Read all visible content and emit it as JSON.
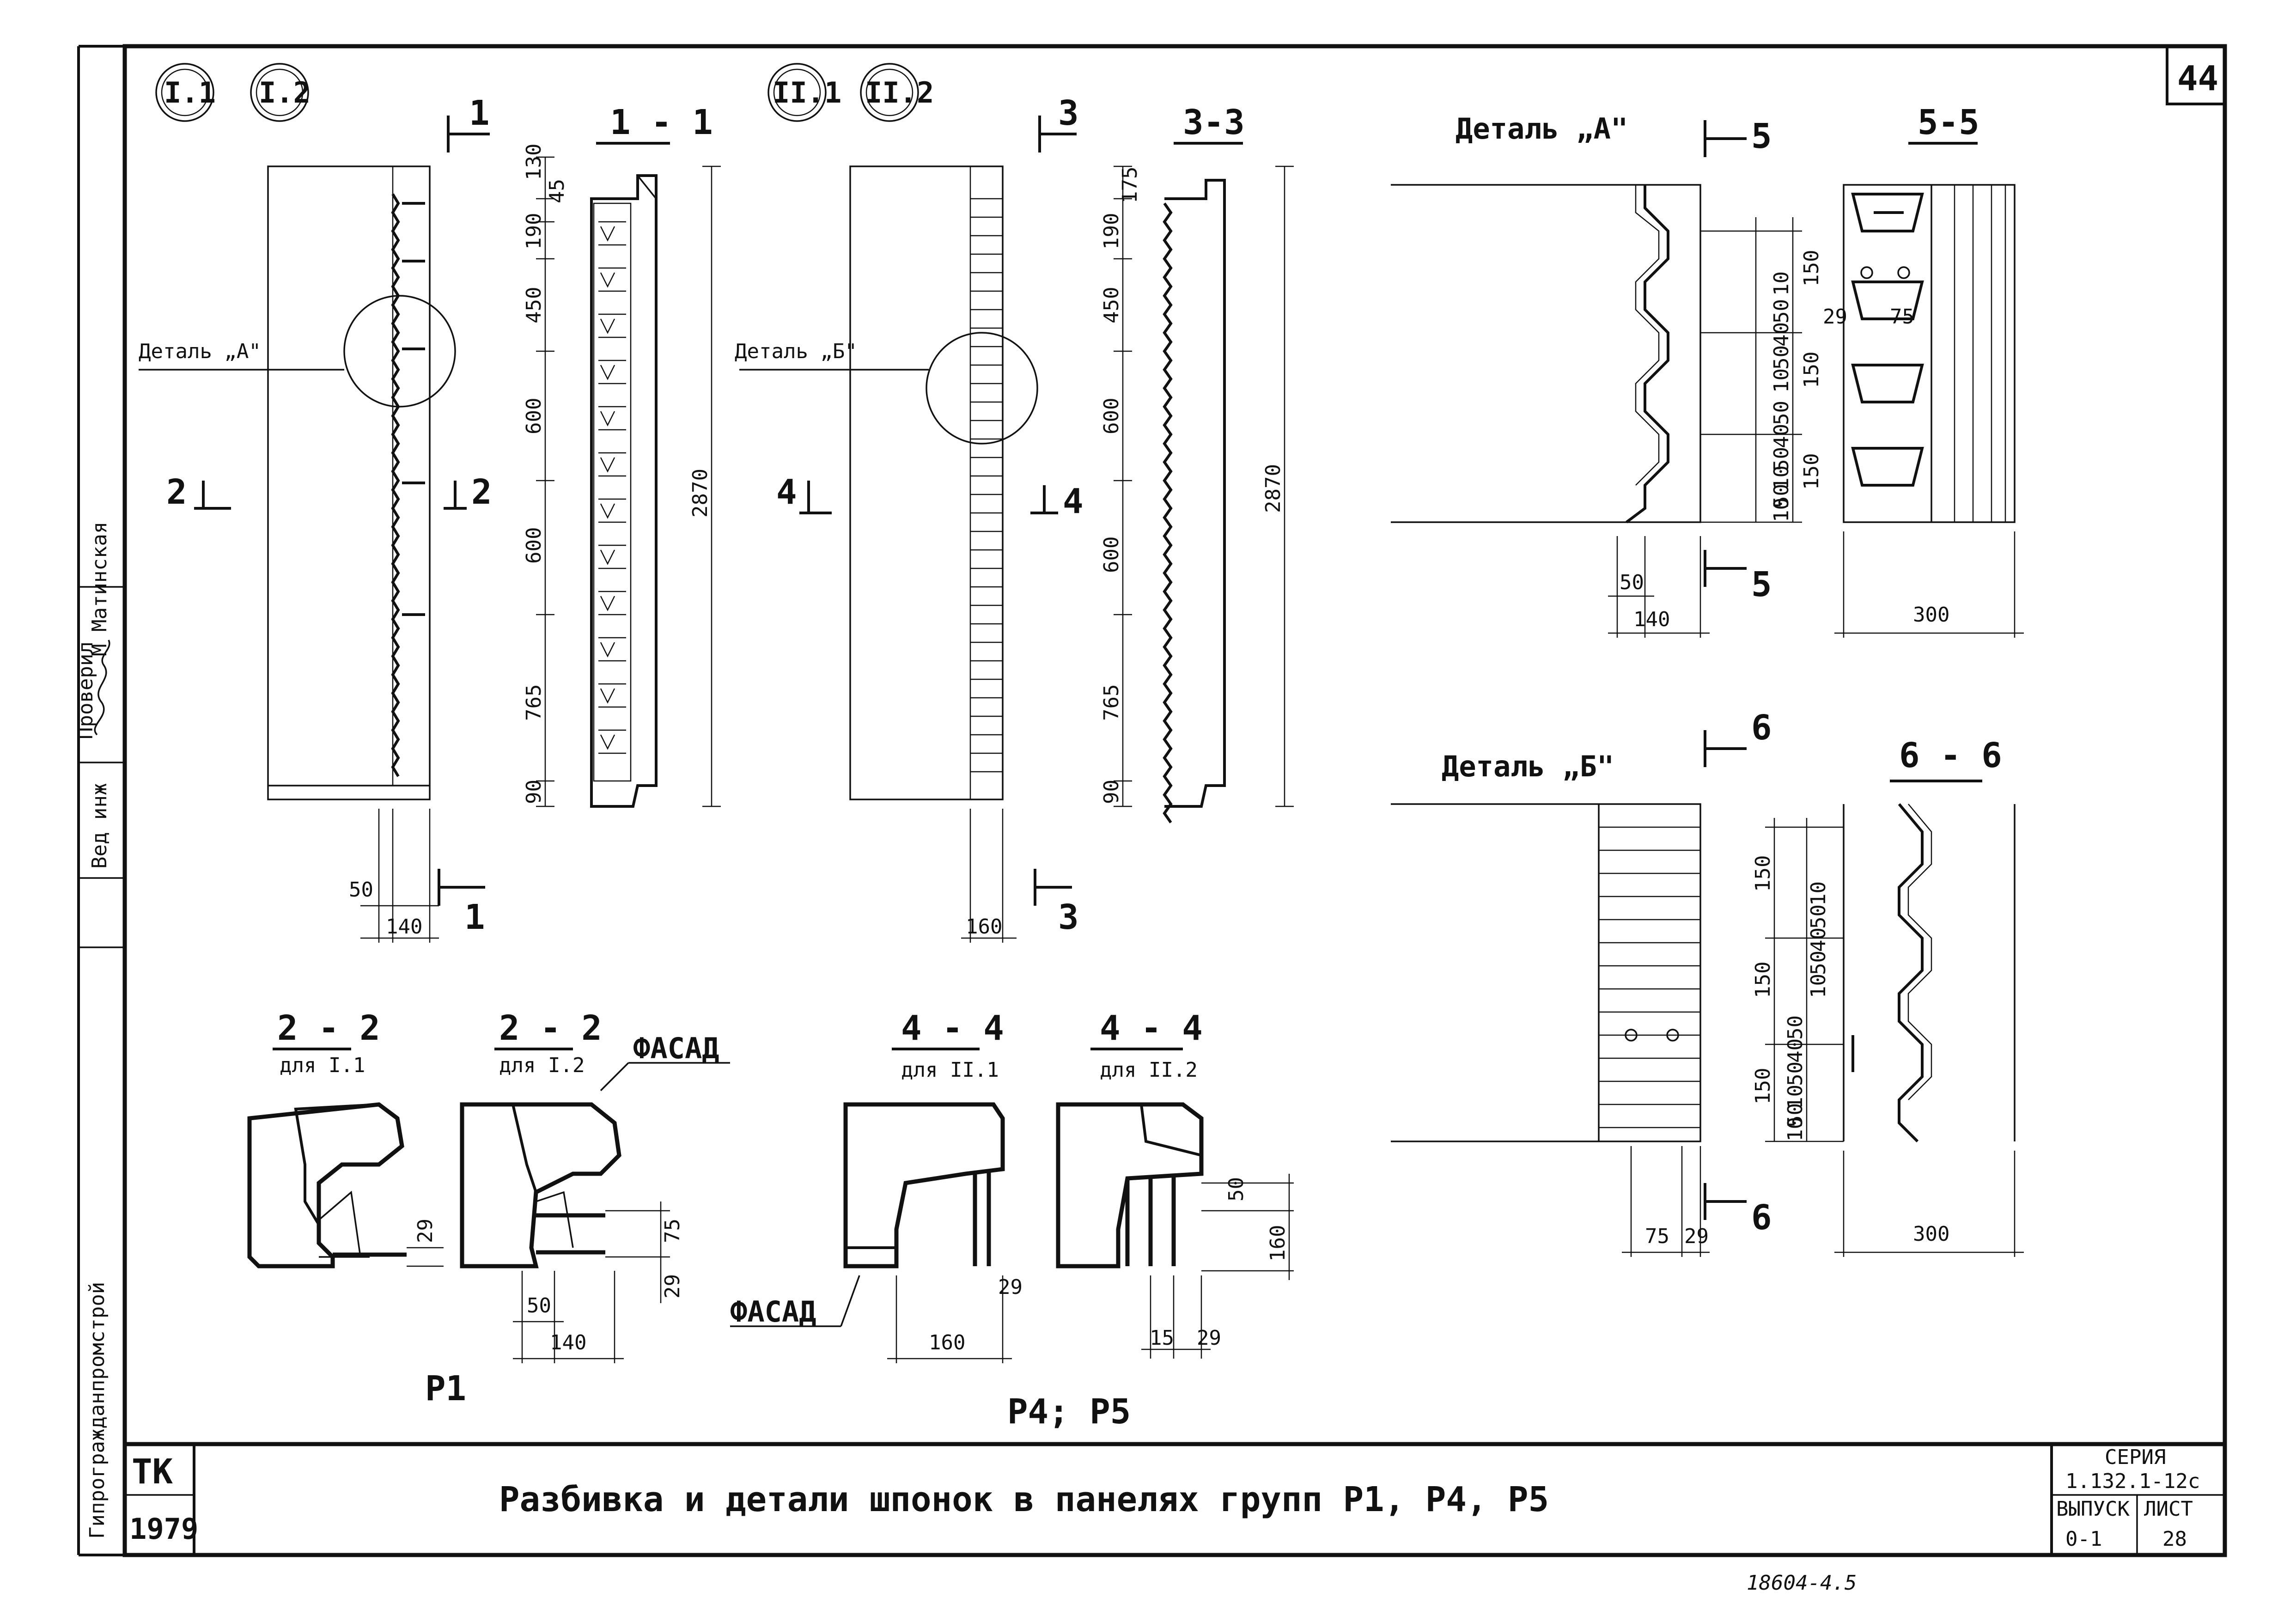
{
  "sheet": {
    "number": "44",
    "title": "Разбивка и детали шпонок в панелях групп Р1, Р4, Р5",
    "org": "ТК",
    "year": "1979",
    "series_label": "СЕРИЯ",
    "series": "1.132.1-12с",
    "issue_label": "ВЫПУСК",
    "issue": "0-1",
    "sheet_label": "ЛИСТ",
    "sheet_no": "28",
    "inventory": "18604-4.5"
  },
  "titleblock": {
    "role_checked": "Вед инж",
    "name_checked": "М Матинская",
    "role_top": "Проверил",
    "side_text": "Гипрогражданпромстрой"
  },
  "left_group": {
    "marks": [
      "I.1",
      "I.2"
    ],
    "detail_a_label": "Деталь „А\"",
    "cut_label": "1",
    "cut2": "2",
    "dim_50": "50",
    "dim_140": "140",
    "section_title": "1 - 1",
    "dims_side": [
      "130",
      "45",
      "190",
      "450",
      "600",
      "600",
      "765",
      "90"
    ],
    "dim_total": "2870"
  },
  "mid_group": {
    "marks": [
      "II.1",
      "II.2"
    ],
    "detail_b_label": "Деталь „Б\"",
    "cut_label": "3",
    "cut4": "4",
    "dim_160": "160",
    "section_title": "3-3",
    "dims_side": [
      "175",
      "190",
      "450",
      "600",
      "600",
      "765",
      "90"
    ],
    "dim_total": "2870"
  },
  "detail_a": {
    "title": "Деталь „А\"",
    "cut": "5",
    "dims": [
      "150",
      "150",
      "150",
      "10",
      "50",
      "40",
      "50",
      "10",
      "50",
      "40",
      "50",
      "10",
      "50",
      "10"
    ],
    "dim_50": "50",
    "dim_140": "140",
    "section_title": "5-5",
    "dim_29": "29",
    "dim_75": "75",
    "dim_300": "300"
  },
  "detail_b": {
    "title": "Деталь „Б\"",
    "cut": "6",
    "dims": [
      "150",
      "150",
      "150",
      "10",
      "50",
      "40",
      "50",
      "10",
      "50",
      "40",
      "50",
      "10",
      "50",
      "10"
    ],
    "dim_75": "75",
    "dim_29": "29",
    "section_title": "6 - 6",
    "dim_300": "300"
  },
  "sections_p1": {
    "s1_title": "2 - 2",
    "s1_sub": "для I.1",
    "s2_title": "2 - 2",
    "s2_sub": "для I.2",
    "facade": "ФАСАД",
    "dim_29a": "29",
    "dim_75": "75",
    "dim_29b": "29",
    "dim_50": "50",
    "dim_140": "140",
    "group": "Р1"
  },
  "sections_p45": {
    "s1_title": "4 - 4",
    "s1_sub": "для II.1",
    "s2_title": "4 - 4",
    "s2_sub": "для II.2",
    "facade": "ФАСАД",
    "dim_29a": "29",
    "dim_160": "160",
    "dim_15": "15",
    "dim_29b": "29",
    "dim_50": "50",
    "dim_160v": "160",
    "group": "Р4; Р5"
  }
}
